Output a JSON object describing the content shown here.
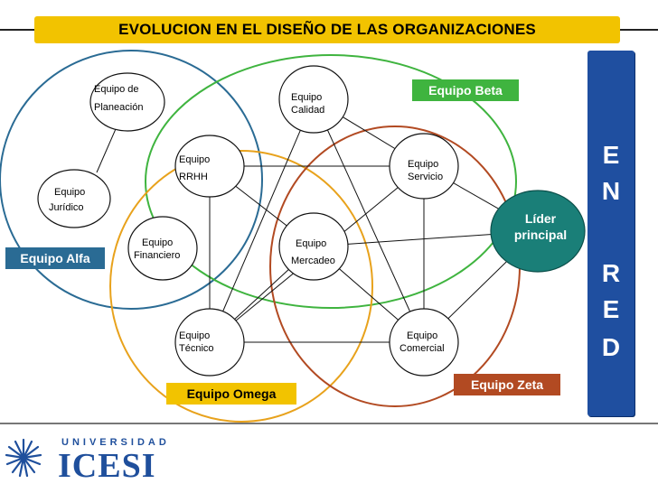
{
  "title": "EVOLUCION EN EL DISEÑO DE LAS ORGANIZACIONES",
  "colors": {
    "banner": "#f2c300",
    "alfa": "#2a6b94",
    "beta": "#3fb43f",
    "omega": "#e8a21c",
    "zeta": "#b24a22",
    "leader": "#1a7f78",
    "panel": "#1f4fa0"
  },
  "nodes": {
    "planeacion": [
      "Equipo de",
      "Planeación"
    ],
    "calidad": [
      "Equipo",
      "Calidad"
    ],
    "rrhh": [
      "Equipo",
      "RRHH"
    ],
    "servicio": [
      "Equipo",
      "Servicio"
    ],
    "juridico": [
      "Equipo",
      "Jurídico"
    ],
    "financiero": [
      "Equipo",
      "Financiero"
    ],
    "mercadeo": [
      "Equipo",
      "Mercadeo"
    ],
    "tecnico": [
      "Equipo",
      "Técnico"
    ],
    "comercial": [
      "Equipo",
      "Comercial"
    ]
  },
  "leader": [
    "Líder",
    "principal"
  ],
  "teams": {
    "alfa": "Equipo Alfa",
    "beta": "Equipo Beta",
    "omega": "Equipo Omega",
    "zeta": "Equipo Zeta"
  },
  "side_letters": [
    "E",
    "N",
    "R",
    "E",
    "D"
  ],
  "logo": {
    "top": "UNIVERSIDAD",
    "name": "ICESI",
    "icon": "palm-sunburst-icon"
  }
}
